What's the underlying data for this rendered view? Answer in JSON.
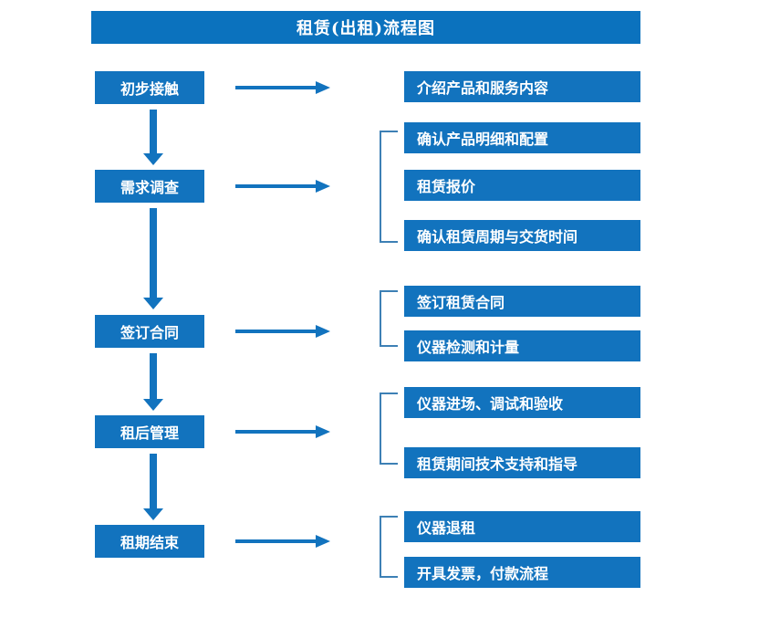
{
  "title": "租赁(出租)流程图",
  "colors": {
    "banner": "#0b72be",
    "box": "#1273be",
    "arrow": "#1273be",
    "bracket": "#3d80b5",
    "text": "#ffffff",
    "background": "#ffffff"
  },
  "stages": [
    {
      "label": "初步接触"
    },
    {
      "label": "需求调查"
    },
    {
      "label": "签订合同"
    },
    {
      "label": "租后管理"
    },
    {
      "label": "租期结束"
    }
  ],
  "groups": [
    {
      "stage": "初步接触",
      "bracketed": false,
      "items": [
        {
          "label": "介绍产品和服务内容"
        }
      ]
    },
    {
      "stage": "需求调查",
      "bracketed": true,
      "items": [
        {
          "label": "确认产品明细和配置"
        },
        {
          "label": "租赁报价"
        },
        {
          "label": "确认租赁周期与交货时间"
        }
      ]
    },
    {
      "stage": "签订合同",
      "bracketed": true,
      "items": [
        {
          "label": "签订租赁合同"
        },
        {
          "label": "仪器检测和计量"
        }
      ]
    },
    {
      "stage": "租后管理",
      "bracketed": true,
      "items": [
        {
          "label": "仪器进场、调试和验收"
        },
        {
          "label": "租赁期间技术支持和指导"
        }
      ]
    },
    {
      "stage": "租期结束",
      "bracketed": true,
      "items": [
        {
          "label": "仪器退租"
        },
        {
          "label": "开具发票，付款流程"
        }
      ]
    }
  ]
}
